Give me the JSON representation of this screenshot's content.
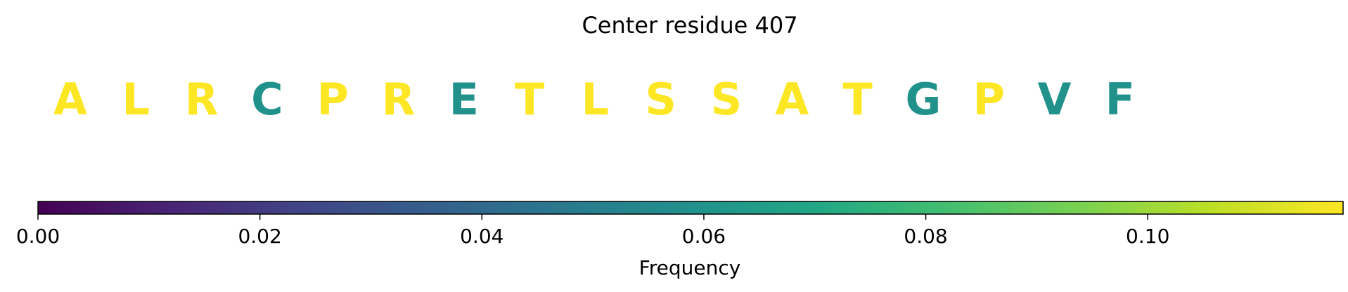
{
  "chart_data": {
    "type": "heatmap",
    "title": "Center residue 407",
    "residues": [
      {
        "letter": "A",
        "value": 0.118
      },
      {
        "letter": "L",
        "value": 0.118
      },
      {
        "letter": "R",
        "value": 0.118
      },
      {
        "letter": "C",
        "value": 0.059
      },
      {
        "letter": "P",
        "value": 0.118
      },
      {
        "letter": "R",
        "value": 0.118
      },
      {
        "letter": "E",
        "value": 0.059
      },
      {
        "letter": "T",
        "value": 0.118
      },
      {
        "letter": "L",
        "value": 0.118
      },
      {
        "letter": "S",
        "value": 0.118
      },
      {
        "letter": "S",
        "value": 0.118
      },
      {
        "letter": "A",
        "value": 0.118
      },
      {
        "letter": "T",
        "value": 0.118
      },
      {
        "letter": "G",
        "value": 0.059
      },
      {
        "letter": "P",
        "value": 0.118
      },
      {
        "letter": "V",
        "value": 0.059
      },
      {
        "letter": "F",
        "value": 0.059
      }
    ],
    "colorbar": {
      "label": "Frequency",
      "range": [
        0,
        0.1176
      ],
      "ticks": [
        0,
        0.02,
        0.04,
        0.06,
        0.08,
        0.1
      ],
      "tick_labels": [
        "0.00",
        "0.02",
        "0.04",
        "0.06",
        "0.08",
        "0.10"
      ],
      "colormap": "viridis"
    }
  }
}
